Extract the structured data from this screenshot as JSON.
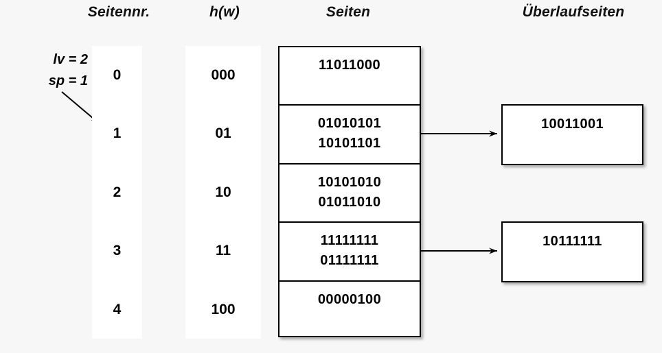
{
  "headers": {
    "page_no": "Seitennr.",
    "hash": "h(w)",
    "pages": "Seiten",
    "overflow": "Überlaufseiten"
  },
  "params": {
    "level": "lv = 2",
    "split_pointer": "sp = 1"
  },
  "directory": [
    {
      "page_no": "0",
      "hash": "000"
    },
    {
      "page_no": "1",
      "hash": "01"
    },
    {
      "page_no": "2",
      "hash": "10"
    },
    {
      "page_no": "3",
      "hash": "11"
    },
    {
      "page_no": "4",
      "hash": "100"
    }
  ],
  "pages": [
    {
      "entries": [
        "11011000"
      ],
      "has_overflow": false
    },
    {
      "entries": [
        "01010101",
        "10101101"
      ],
      "has_overflow": true
    },
    {
      "entries": [
        "10101010",
        "01011010"
      ],
      "has_overflow": false
    },
    {
      "entries": [
        "11111111",
        "01111111"
      ],
      "has_overflow": true
    },
    {
      "entries": [
        "00000100"
      ],
      "has_overflow": false
    }
  ],
  "overflow_pages": [
    {
      "entries": [
        "10011001"
      ],
      "from_page": "1"
    },
    {
      "entries": [
        "10111111"
      ],
      "from_page": "3"
    }
  ],
  "colors": {
    "background": "#f7f7f7",
    "surface": "#ffffff",
    "stroke": "#000000",
    "text": "#000000"
  }
}
